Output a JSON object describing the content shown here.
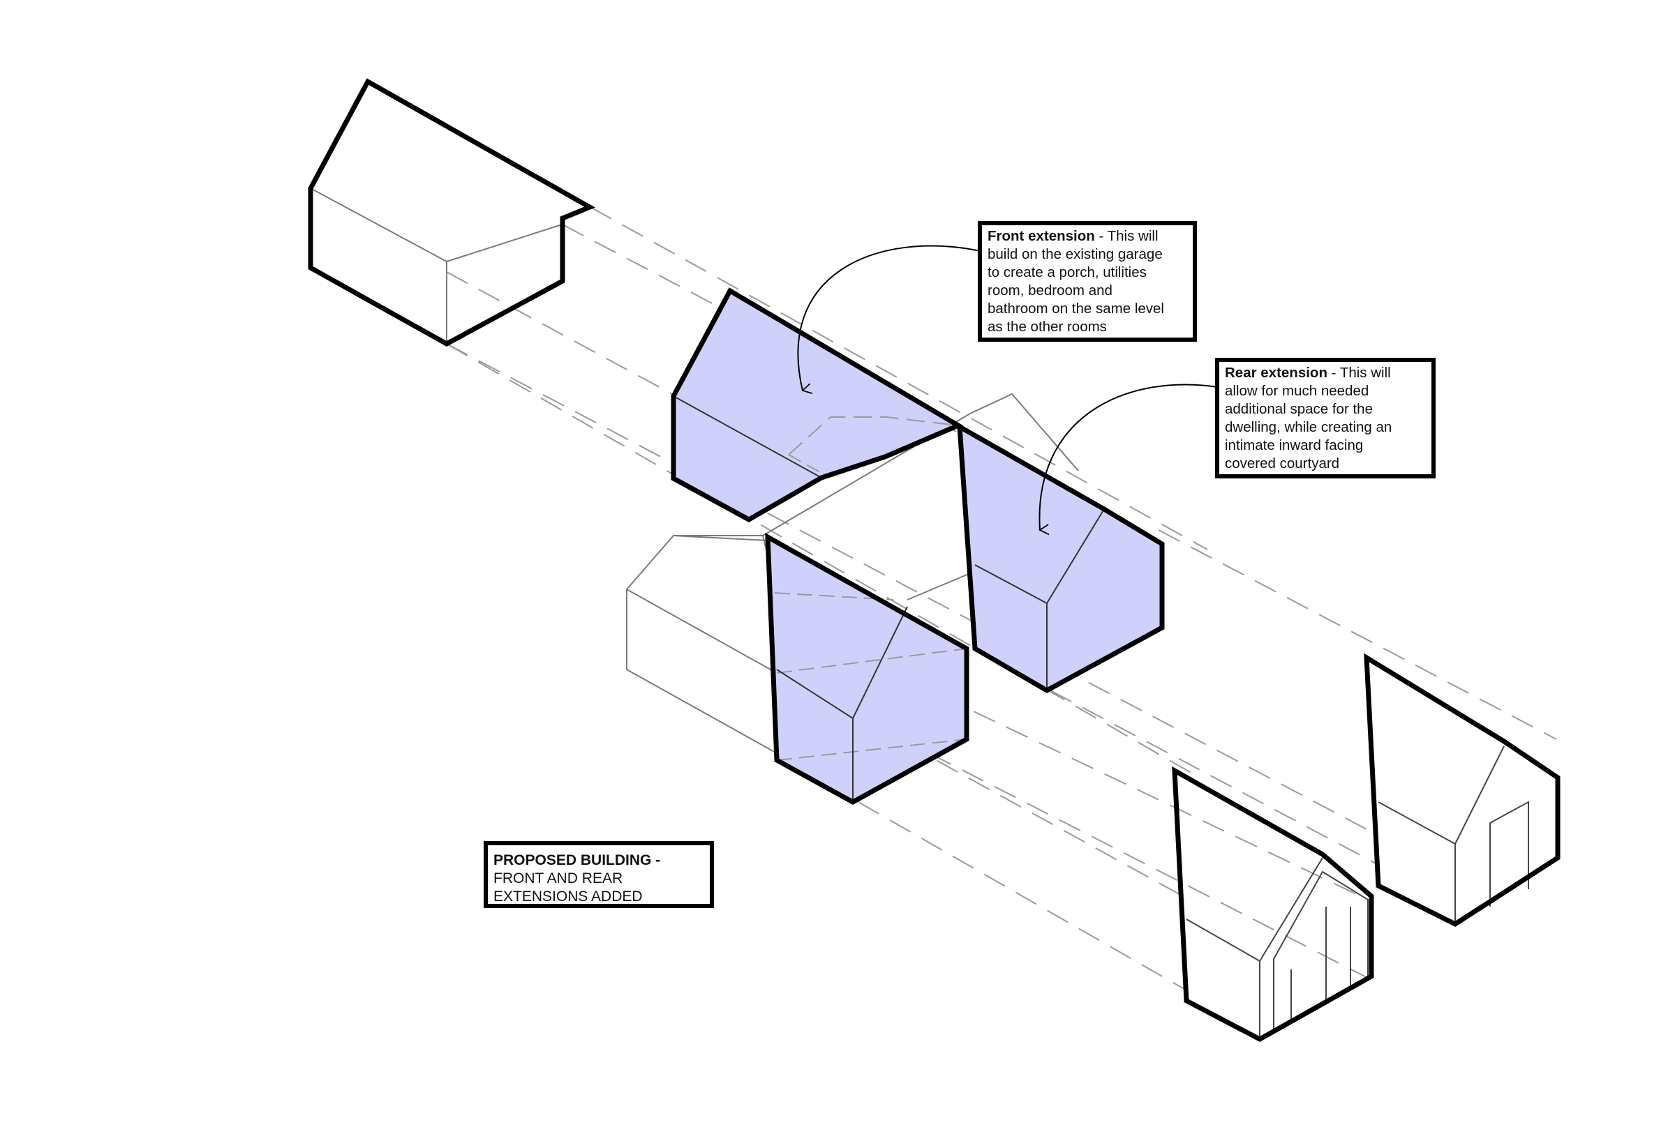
{
  "annotations": {
    "front": {
      "title": "Front extension",
      "lines": [
        " - This will",
        "build on the existing garage",
        "to create a porch, utilities",
        "room, bedroom and",
        "bathroom on the same level",
        "as the other rooms"
      ]
    },
    "rear": {
      "title": "Rear extension",
      "lines": [
        " - This will",
        "allow for much needed",
        "additional space for the",
        "dwelling, while creating an",
        "intimate inward facing",
        "covered courtyard"
      ]
    },
    "proposed": {
      "title": "PROPOSED BUILDING -",
      "lines": [
        "FRONT AND REAR",
        "EXTENSIONS ADDED"
      ]
    }
  },
  "colors": {
    "extension_fill": "#d0d1fb",
    "outline": "#000000",
    "projection_line": "#9a9a9a",
    "existing_line": "#7a7a7a"
  }
}
